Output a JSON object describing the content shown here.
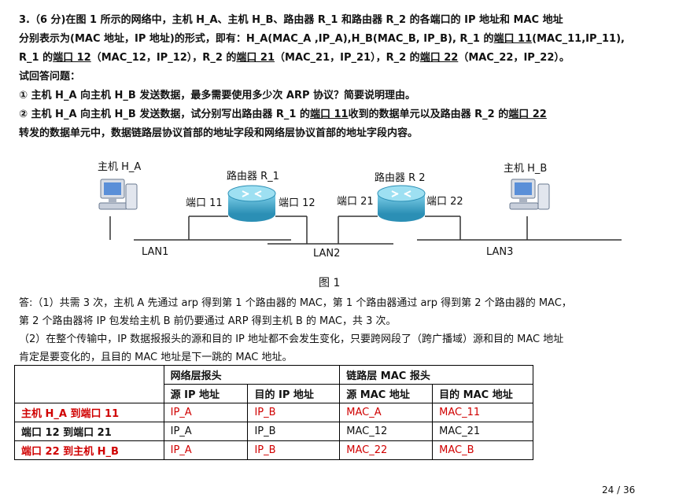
{
  "question": {
    "l1": "3.（6 分)在图 1 所示的网络中，主机 H_A、主机 H_B、路由器 R_1 和路由器 R_2 的各端口的 IP 地址和 MAC 地址",
    "l2a": "分别表示为(MAC 地址，IP 地址)的形式，即有：H_A(MAC_A ,IP_A),H_B(MAC_B, IP_B), R_1 的",
    "l2u": "端口 11",
    "l2b": "(MAC_11,IP_11),",
    "l3a": "R_1 的",
    "l3u1": "端口 12",
    "l3b": "（MAC_12，IP_12），R_2 的",
    "l3u2": "端口 21",
    "l3c": "（MAC_21，IP_21），R_2 的",
    "l3u3": "端口 22",
    "l3d": "（MAC_22，IP_22）。",
    "l4": "试回答问题：",
    "l5": "① 主机 H_A 向主机 H_B 发送数据，最多需要使用多少次 ARP 协议？简要说明理由。",
    "l6a": "② 主机 H_A 向主机 H_B 发送数据，试分别写出路由器 R_1 的",
    "l6u1": "端口 11",
    "l6b": "收到的数据单元以及路由器 R_2 的",
    "l6u2": "端口 22",
    "l7": "转发的数据单元中，数据链路层协议首部的地址字段和网络层协议首部的地址字段内容。"
  },
  "figure": {
    "host_a": "主机 H_A",
    "host_b": "主机 H_B",
    "router1": "路由器 R_1",
    "router2": "路由器 R 2",
    "port11": "端口 11",
    "port12": "端口 12",
    "port21": "端口 21",
    "port22": "端口 22",
    "lan1": "LAN1",
    "lan2": "LAN2",
    "lan3": "LAN3",
    "caption": "图 1"
  },
  "answer": {
    "a1": "答:（1）共需 3 次，主机 A 先通过 arp 得到第 1 个路由器的 MAC，第 1 个路由器通过 arp 得到第 2 个路由器的 MAC，",
    "a2": "第 2 个路由器将 IP 包发给主机 B 前仍要通过 ARP 得到主机 B 的 MAC，共 3 次。",
    "a3": "（2）在整个传输中，IP 数据报报头的源和目的 IP 地址都不会发生变化，只要跨网段了（跨广播域）源和目的 MAC 地址",
    "a4": "肯定是要变化的，且目的 MAC 地址是下一跳的 MAC 地址。"
  },
  "table": {
    "group_network": "网络层报头",
    "group_link": "链路层 MAC 报头",
    "col_src_ip": "源 IP 地址",
    "col_dst_ip": "目的 IP 地址",
    "col_src_mac": "源 MAC 地址",
    "col_dst_mac": "目的 MAC 地址",
    "rows": [
      {
        "label": "主机 H_A 到端口 11",
        "src_ip": "IP_A",
        "dst_ip": "IP_B",
        "src_mac": "MAC_A",
        "dst_mac": "MAC_11"
      },
      {
        "label": "端口 12 到端口 21",
        "src_ip": "IP_A",
        "dst_ip": "IP_B",
        "src_mac": "MAC_12",
        "dst_mac": "MAC_21"
      },
      {
        "label": "端口 22 到主机 H_B",
        "src_ip": "IP_A",
        "dst_ip": "IP_B",
        "src_mac": "MAC_22",
        "dst_mac": "MAC_B"
      }
    ]
  },
  "page_number": "24 / 36",
  "colors": {
    "red": "#d00000",
    "router": "#3aa6c8",
    "lan": "#333333"
  }
}
